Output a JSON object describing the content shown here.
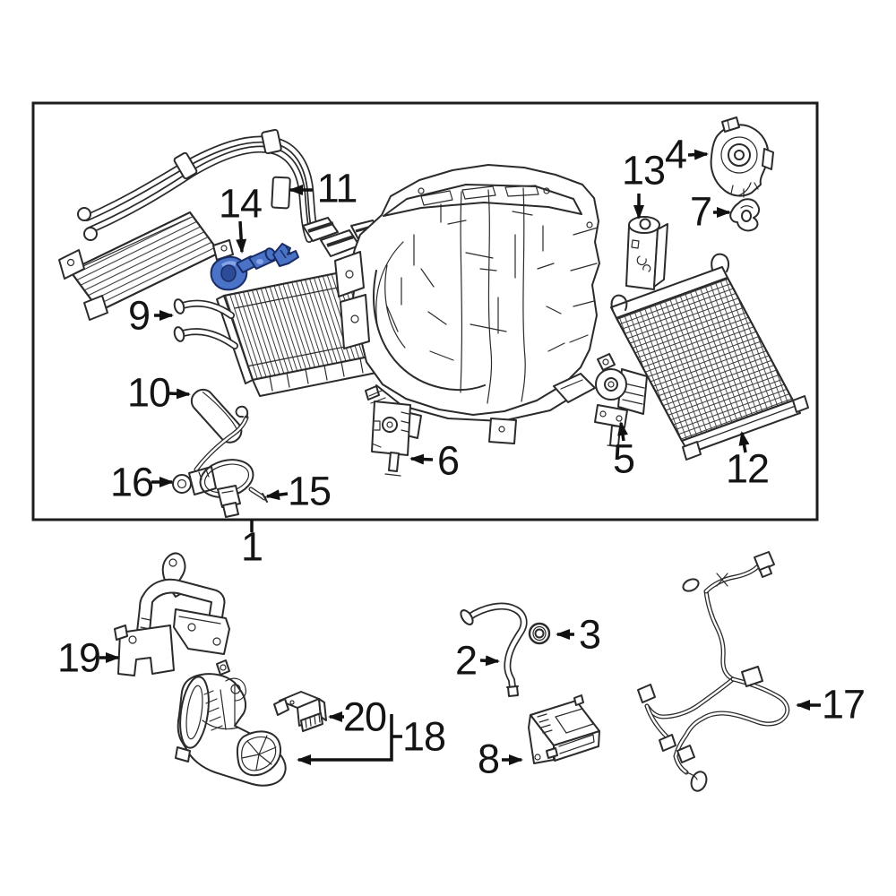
{
  "figure": {
    "type": "exploded-parts-diagram",
    "subject": "HVAC air conditioning unit parts",
    "background": "#ffffff",
    "line_color": "#2b2b2b",
    "highlight_fill": "#4a72c6",
    "highlight_stroke": "#1a2c66",
    "highlighted_part": "14"
  },
  "parts": {
    "p1": "1",
    "p2": "2",
    "p3": "3",
    "p4": "4",
    "p5": "5",
    "p6": "6",
    "p7": "7",
    "p8": "8",
    "p9": "9",
    "p10": "10",
    "p11": "11",
    "p12": "12",
    "p13": "13",
    "p14": "14",
    "p15": "15",
    "p16": "16",
    "p17": "17",
    "p18": "18",
    "p19": "19",
    "p20": "20"
  }
}
